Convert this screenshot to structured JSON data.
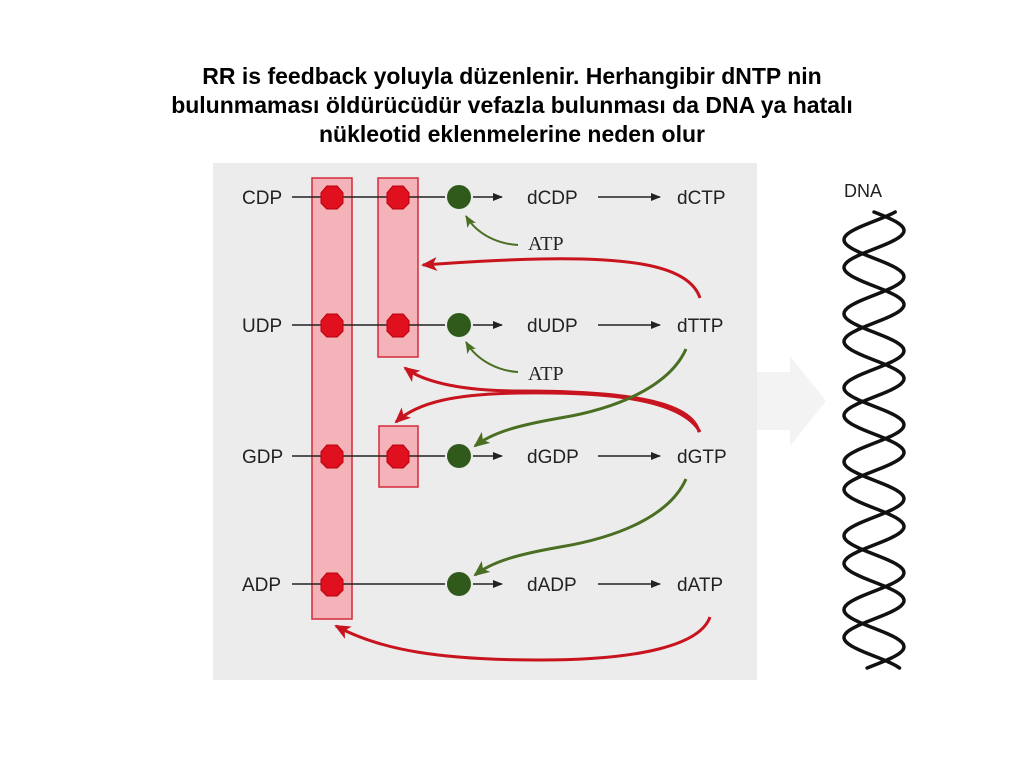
{
  "title": {
    "line1": "RR is feedback yoluyla düzenlenir. Herhangibir dNTP nin",
    "line2": "bulunmaması öldürücüdür vefazla bulunması da DNA ya hatalı",
    "line3": "nükleotid eklenmelerine neden olur"
  },
  "diagram": {
    "substrates": [
      "CDP",
      "UDP",
      "GDP",
      "ADP"
    ],
    "deoxy_diphosphates": [
      "dCDP",
      "dUDP",
      "dGDP",
      "dADP"
    ],
    "deoxy_triphosphates": [
      "dCTP",
      "dTTP",
      "dGTP",
      "dATP"
    ],
    "cofactors": [
      "ATP",
      "ATP"
    ],
    "dna_label": "DNA"
  },
  "colors": {
    "panel_bg": "#ececec",
    "inhibition_red": "#e0101e",
    "inhibition_box_fill": "#f4b3b8",
    "inhibition_box_stroke": "#d42a3a",
    "activation_green": "#2f5a1c",
    "feedback_red_arrow": "#c8141e",
    "activation_green_arrow": "#4a6e22",
    "big_arrow": "#f3f3f3"
  }
}
